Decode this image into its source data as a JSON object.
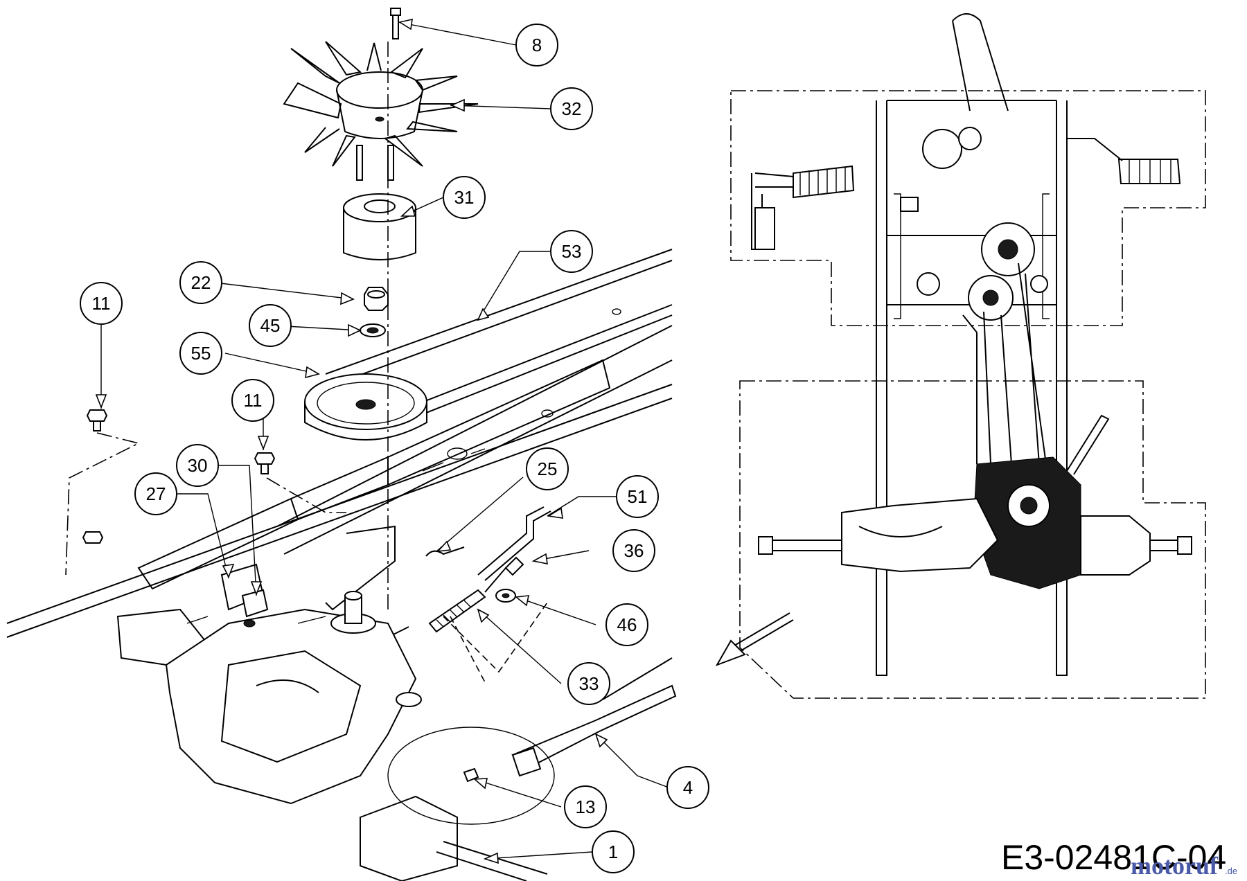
{
  "diagram_code": "E3-02481C-04",
  "watermark": {
    "brand": "motoruf",
    "tld": ".de",
    "color": "#4a5aa8"
  },
  "callouts": [
    {
      "id": "c8",
      "label": "8"
    },
    {
      "id": "c32",
      "label": "32"
    },
    {
      "id": "c31",
      "label": "31"
    },
    {
      "id": "c53",
      "label": "53"
    },
    {
      "id": "c22",
      "label": "22"
    },
    {
      "id": "c45",
      "label": "45"
    },
    {
      "id": "c55",
      "label": "55"
    },
    {
      "id": "c11a",
      "label": "11"
    },
    {
      "id": "c11b",
      "label": "11"
    },
    {
      "id": "c30",
      "label": "30"
    },
    {
      "id": "c27",
      "label": "27"
    },
    {
      "id": "c25",
      "label": "25"
    },
    {
      "id": "c51",
      "label": "51"
    },
    {
      "id": "c36",
      "label": "36"
    },
    {
      "id": "c46",
      "label": "46"
    },
    {
      "id": "c33",
      "label": "33"
    },
    {
      "id": "c4",
      "label": "4"
    },
    {
      "id": "c13",
      "label": "13"
    },
    {
      "id": "c1",
      "label": "1"
    }
  ]
}
